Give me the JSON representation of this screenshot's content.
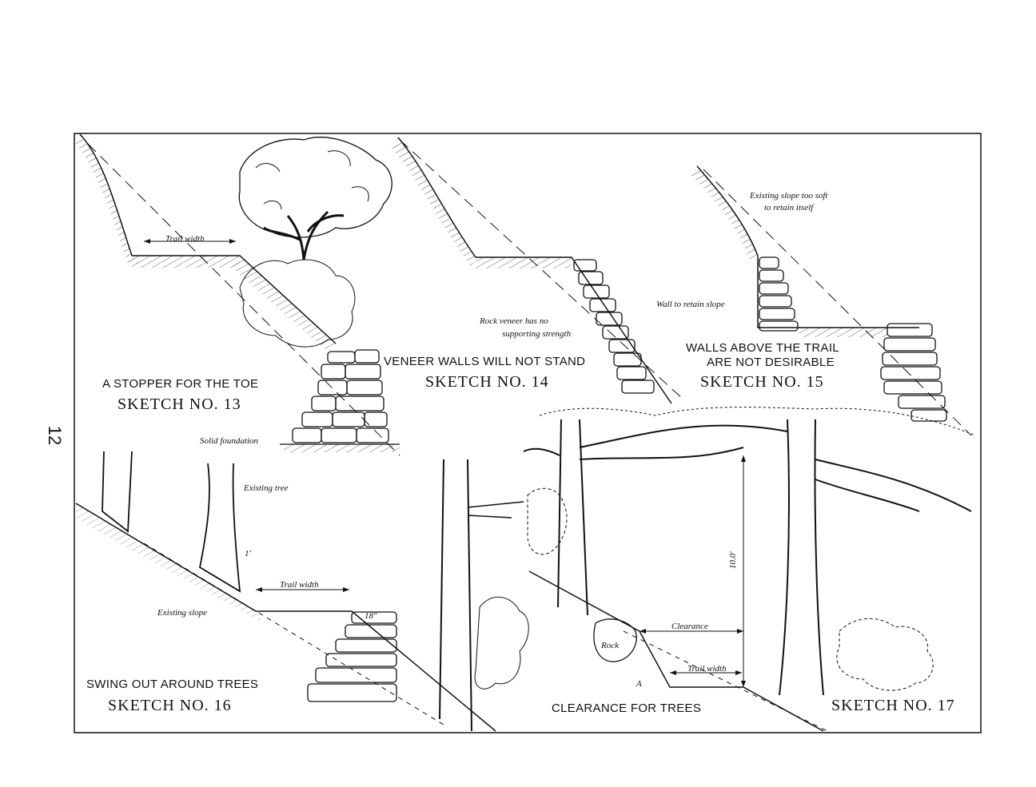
{
  "page_number": "12",
  "sketches": {
    "s13": {
      "caption": "A STOPPER FOR THE TOE",
      "title": "SKETCH NO. 13",
      "notes": {
        "trail": "Trail width",
        "foundation": "Solid foundation"
      }
    },
    "s14": {
      "caption": "VENEER WALLS WILL NOT STAND",
      "title": "SKETCH NO. 14",
      "notes": {
        "veneer1": "Rock veneer has no",
        "veneer2": "supporting strength"
      }
    },
    "s15": {
      "caption1": "WALLS ABOVE THE TRAIL",
      "caption2": "ARE NOT DESIRABLE",
      "title": "SKETCH NO. 15",
      "notes": {
        "soft1": "Existing slope too soft",
        "soft2": "to retain itself",
        "wall": "Wall to retain slope"
      }
    },
    "s16": {
      "caption": "SWING OUT AROUND TREES",
      "title": "SKETCH NO. 16",
      "notes": {
        "tree": "Existing tree",
        "trail": "Trail width",
        "slope": "Existing slope",
        "one": "1'",
        "eighteen": "18\""
      }
    },
    "s17": {
      "caption": "CLEARANCE FOR TREES",
      "title": "SKETCH NO. 17",
      "notes": {
        "clearance": "Clearance",
        "trail": "Trail width",
        "rock": "Rock",
        "a": "A",
        "height": "10.0'"
      }
    }
  }
}
